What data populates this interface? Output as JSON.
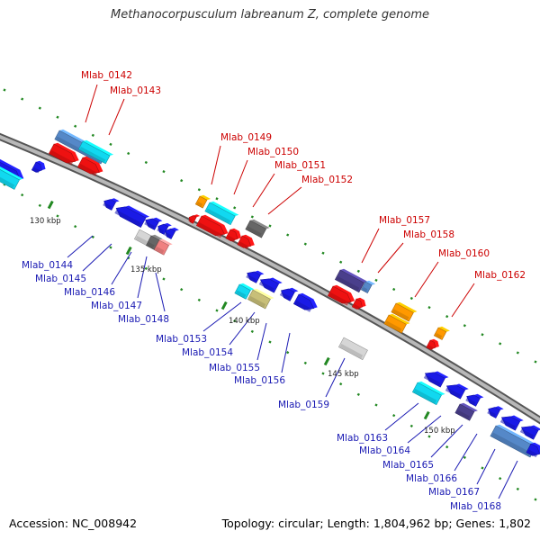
{
  "title": "Methanocorpusculum labreanum Z, complete genome",
  "footer": {
    "accession": "Accession: NC_008942",
    "summary": "Topology: circular; Length: 1,804,962 bp; Genes: 1,802"
  },
  "colors": {
    "backbone": "#8a8a8a",
    "label_forward": "#cc0000",
    "label_reverse": "#1a1ab3",
    "gene_red": "#ee1111",
    "gene_blue": "#1a1ae6",
    "gene_cyan": "#11d8f0",
    "gene_steel": "#5588c8",
    "gene_orange": "#ff9900",
    "gene_purple": "#4a3f8c",
    "gene_gray": "#666666",
    "gene_silver": "#d6d6d6",
    "gene_khaki": "#c8bf78",
    "gene_pink": "#f08080",
    "tick": "#228822"
  },
  "scale_labels": [
    "130 kbp",
    "135 kbp",
    "140 kbp",
    "145 kbp",
    "150 kbp"
  ],
  "forward_labels": [
    "Mlab_0142",
    "Mlab_0143",
    "Mlab_0149",
    "Mlab_0150",
    "Mlab_0151",
    "Mlab_0152",
    "Mlab_0157",
    "Mlab_0158",
    "Mlab_0160",
    "Mlab_0162"
  ],
  "reverse_labels": [
    "Mlab_0144",
    "Mlab_0145",
    "Mlab_0146",
    "Mlab_0147",
    "Mlab_0148",
    "Mlab_0153",
    "Mlab_0154",
    "Mlab_0155",
    "Mlab_0156",
    "Mlab_0159",
    "Mlab_0163",
    "Mlab_0164",
    "Mlab_0165",
    "Mlab_0166",
    "Mlab_0167",
    "Mlab_0168"
  ]
}
